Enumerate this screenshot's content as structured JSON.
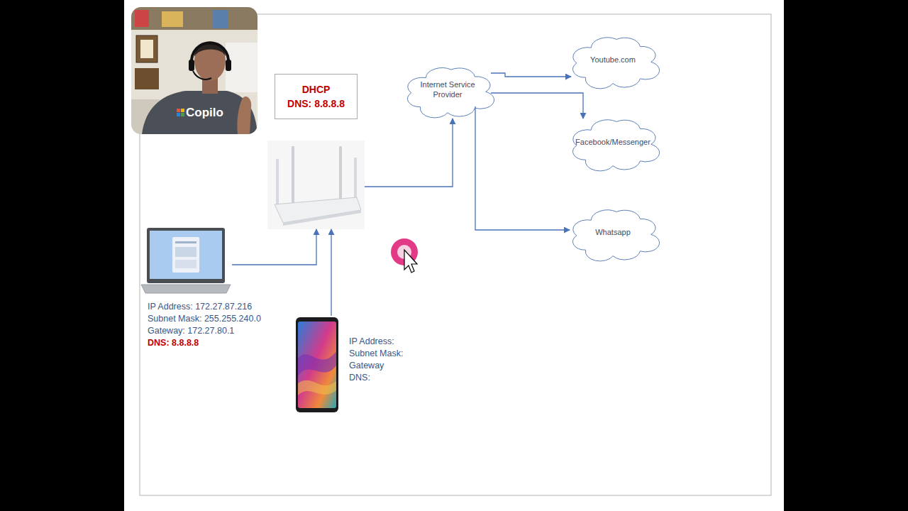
{
  "diagram": {
    "nodes": [
      {
        "text": [
          "DHCP",
          "DNS: 8.8.8.8"
        ]
      },
      {
        "text": [
          "Internet Service Provider"
        ]
      },
      {
        "text": [
          "Youtube.com"
        ]
      },
      {
        "text": [
          "Facebook/Messenger"
        ]
      },
      {
        "text": []
      },
      {
        "text": [
          "Whatsapp"
        ]
      },
      {
        "text": [
          "IP Address: 172.27.87.216",
          "Subnet Mask: 255.255.240.0",
          "Gateway: 172.27.80.1",
          "DNS: 8.8.8.8"
        ]
      },
      {
        "text": [
          "IP Address:",
          "Subnet Mask:",
          "Gateway",
          "DNS:"
        ]
      }
    ],
    "edges": [
      {
        "from": 6,
        "to": 4,
        "arrow": "to"
      },
      {
        "from": 7,
        "to": 4,
        "arrow": "to"
      },
      {
        "from": 4,
        "to": 1,
        "arrow": "to"
      },
      {
        "from": 1,
        "to": 2,
        "arrow": "to"
      },
      {
        "from": 1,
        "to": 3,
        "arrow": "to"
      },
      {
        "from": 1,
        "to": 5,
        "arrow": "to"
      }
    ],
    "labels": [
      "Copilo"
    ]
  }
}
